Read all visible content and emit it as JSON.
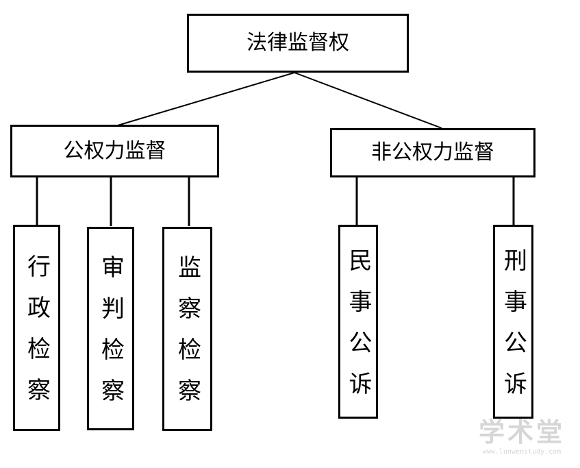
{
  "diagram": {
    "root": {
      "label": "法律监督权"
    },
    "branches": [
      {
        "label": "公权力监督",
        "children": [
          "行政检察",
          "审判检察",
          "监察检察"
        ]
      },
      {
        "label": "非公权力监督",
        "children": [
          "民事公诉",
          "刑事公诉"
        ]
      }
    ]
  },
  "watermark": {
    "title": "学术堂",
    "url": "www.lunwenstudy.com"
  }
}
